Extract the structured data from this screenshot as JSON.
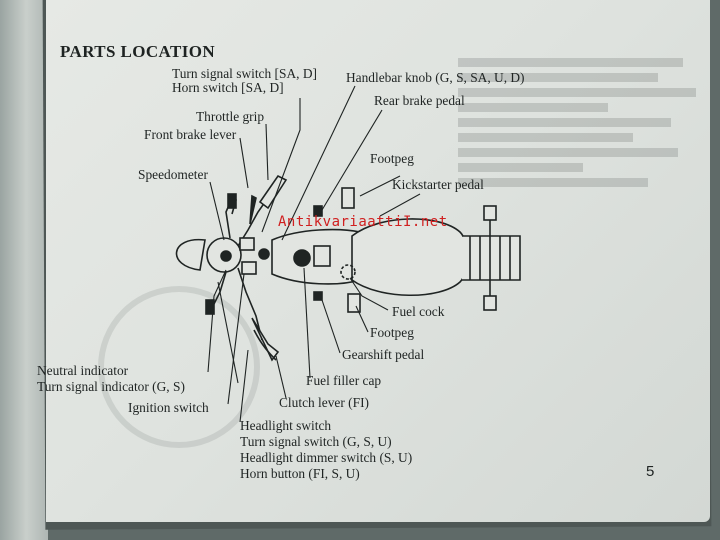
{
  "page": {
    "title": "PARTS LOCATION",
    "page_number": "5",
    "watermark": "AntikvariaattiI.net"
  },
  "labels": {
    "turn_signal_switch_sa_d": "Turn signal switch [SA, D]",
    "horn_switch_sa_d": "Horn switch [SA, D]",
    "handlebar_knob": "Handlebar knob (G, S, SA, U, D)",
    "rear_brake_pedal": "Rear brake pedal",
    "throttle_grip": "Throttle grip",
    "front_brake_lever": "Front brake lever",
    "footpeg_top": "Footpeg",
    "speedometer": "Speedometer",
    "kickstarter_pedal": "Kickstarter pedal",
    "fuel_cock": "Fuel cock",
    "footpeg_bottom": "Footpeg",
    "gearshift_pedal": "Gearshift pedal",
    "neutral_indicator": "Neutral indicator",
    "turn_signal_indicator": "Turn signal indicator (G, S)",
    "fuel_filler_cap": "Fuel filler cap",
    "ignition_switch": "Ignition switch",
    "clutch_lever": "Clutch lever (FI)",
    "headlight_switch": "Headlight switch",
    "turn_signal_switch_gsu": "Turn signal switch (G, S, U)",
    "headlight_dimmer_switch": "Headlight dimmer switch (S, U)",
    "horn_button": "Horn button (FI, S, U)"
  },
  "colors": {
    "ink": "#1f2423",
    "watermark": "#d02020"
  }
}
